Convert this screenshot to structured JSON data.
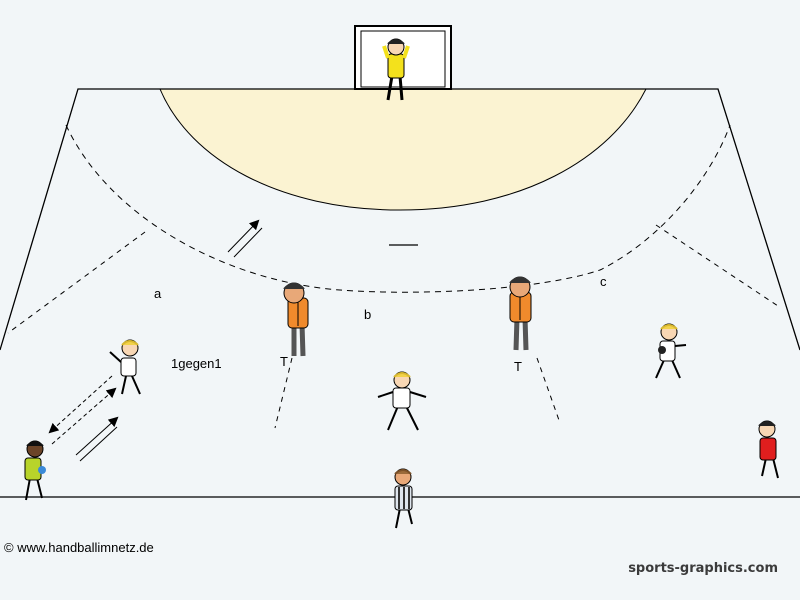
{
  "labels": {
    "zone_a": "a",
    "zone_b": "b",
    "zone_c": "c",
    "drill": "1gegen1",
    "trainer_left": "T",
    "trainer_right": "T"
  },
  "footer": {
    "copyright": "© www.handballimnetz.de",
    "brand": "sports-graphics.com"
  },
  "colors": {
    "court_bg": "#f2f6f8",
    "goal_area": "#fbf3d2",
    "goalkeeper_shirt": "#f3e11c",
    "trainer_vest": "#f08a2c",
    "player_red": "#e01e1e",
    "player_yellow_green": "#b8d42a",
    "player_white": "#ffffff"
  },
  "icons": {
    "players": "stick-figure-player-icon",
    "arrows": "movement-arrow-icon"
  }
}
